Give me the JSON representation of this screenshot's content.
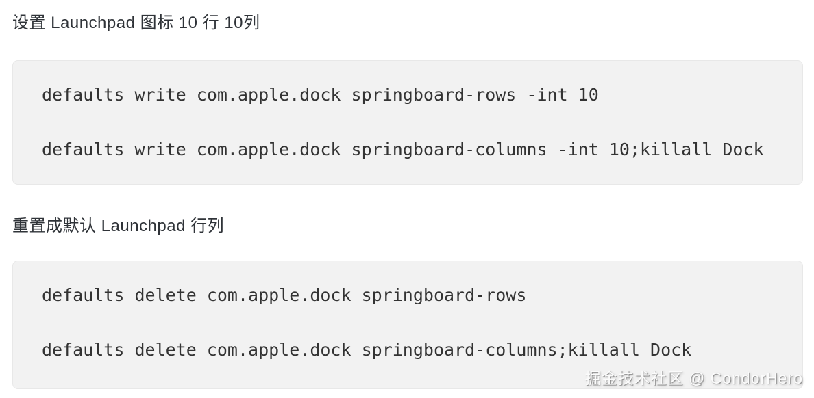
{
  "sections": [
    {
      "heading": "设置 Launchpad 图标 10 行 10列",
      "code_lines": [
        "defaults write com.apple.dock springboard-rows -int 10",
        "defaults write com.apple.dock springboard-columns -int 10;killall Dock"
      ]
    },
    {
      "heading": "重置成默认 Launchpad 行列",
      "code_lines": [
        "defaults delete com.apple.dock springboard-rows",
        "defaults delete com.apple.dock springboard-columns;killall Dock"
      ]
    }
  ],
  "watermark": {
    "text": "掘金技术社区 @ CondorHero"
  },
  "colors": {
    "heading_text": "#2f3338",
    "code_text": "#333333",
    "code_background": "#f2f2f2",
    "code_border": "#e8e8e8",
    "page_background": "#ffffff"
  }
}
